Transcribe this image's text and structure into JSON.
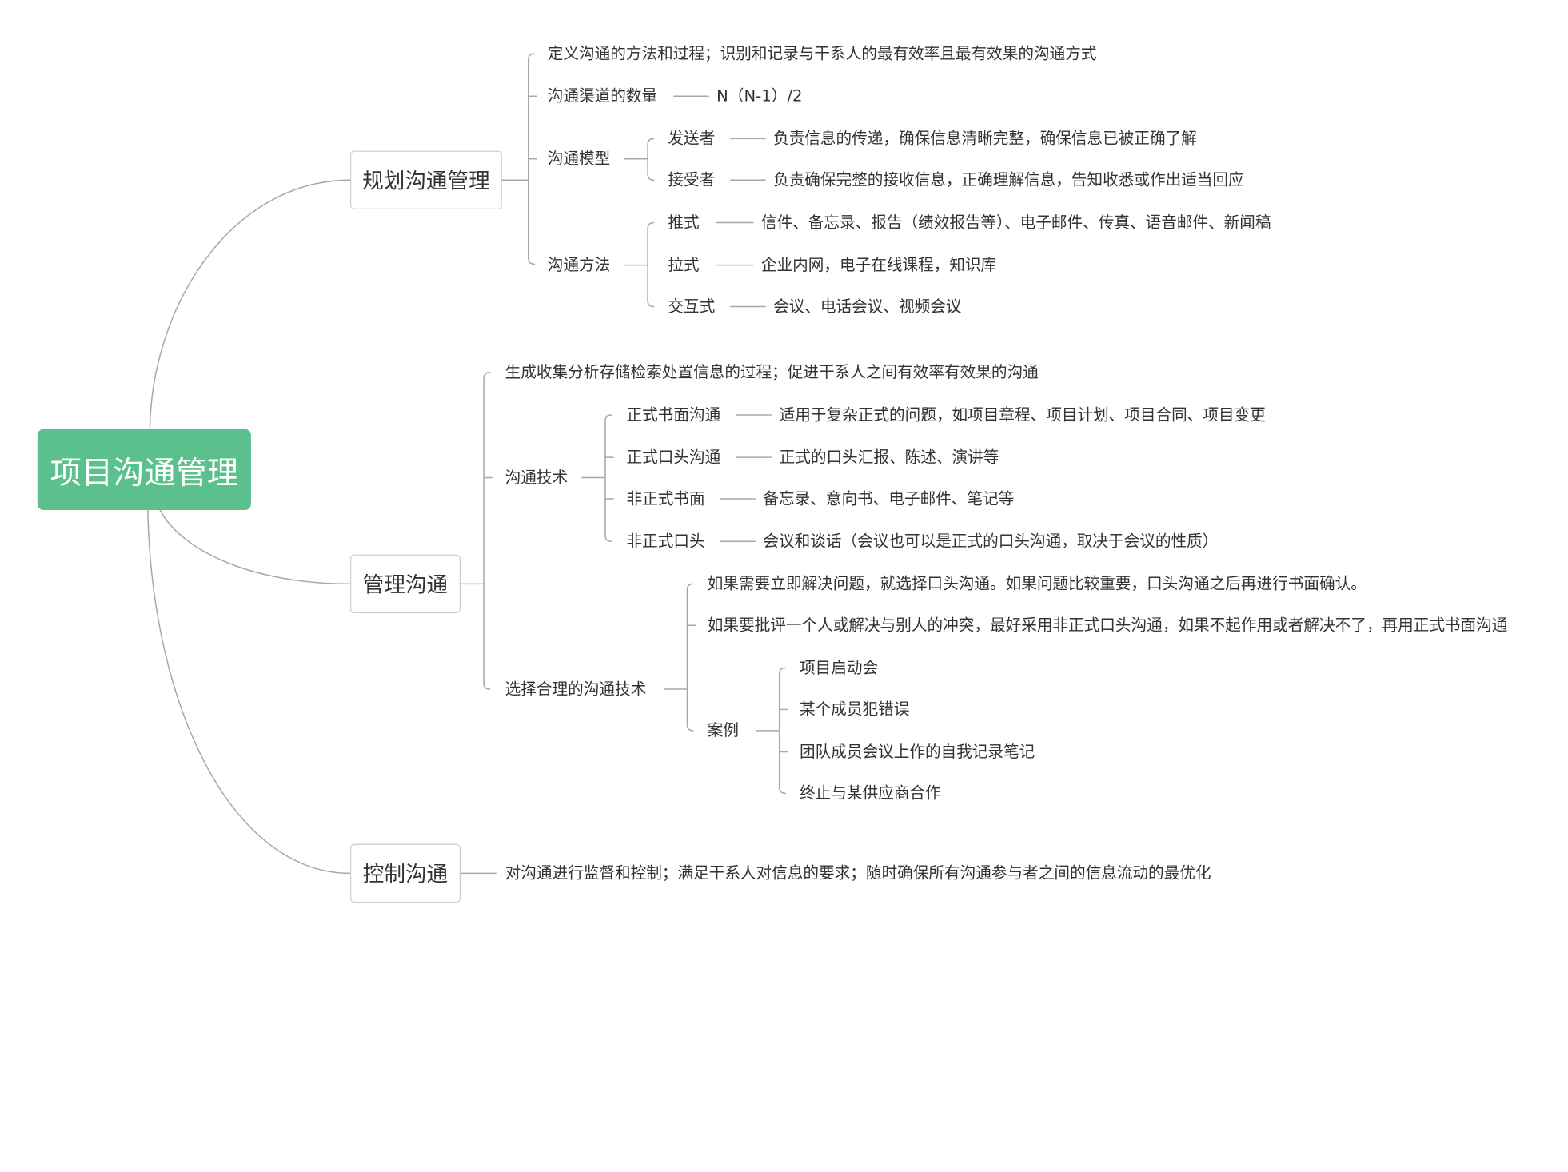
{
  "root": "项目沟通管理",
  "colors": {
    "root_fill": "#5cc08e",
    "root_text": "#ffffff",
    "line": "#a8a8a8",
    "text": "#333333",
    "box_border": "#cfcfcf"
  },
  "plan": {
    "title": "规划沟通管理",
    "definition": "定义沟通的方法和过程；识别和记录与干系人的最有效率且最有效果的沟通方式",
    "channels_label": "沟通渠道的数量",
    "channels_formula": "N（N-1）/2",
    "model_label": "沟通模型",
    "sender_label": "发送者",
    "sender_desc": "负责信息的传递，确保信息清晰完整，确保信息已被正确了解",
    "receiver_label": "接受者",
    "receiver_desc": "负责确保完整的接收信息，正确理解信息，告知收悉或作出适当回应",
    "method_label": "沟通方法",
    "push_label": "推式",
    "push_desc": "信件、备忘录、报告（绩效报告等）、电子邮件、传真、语音邮件、新闻稿",
    "pull_label": "拉式",
    "pull_desc": "企业内网，电子在线课程，知识库",
    "interactive_label": "交互式",
    "interactive_desc": "会议、电话会议、视频会议"
  },
  "manage": {
    "title": "管理沟通",
    "definition": "生成收集分析存储检索处置信息的过程；促进干系人之间有效率有效果的沟通",
    "tech_label": "沟通技术",
    "fw_label": "正式书面沟通",
    "fw_desc": "适用于复杂正式的问题，如项目章程、项目计划、项目合同、项目变更",
    "fo_label": "正式口头沟通",
    "fo_desc": "正式的口头汇报、陈述、演讲等",
    "iw_label": "非正式书面",
    "iw_desc": "备忘录、意向书、电子邮件、笔记等",
    "io_label": "非正式口头",
    "io_desc": "会议和谈话（会议也可以是正式的口头沟通，取决于会议的性质）",
    "choose_label": "选择合理的沟通技术",
    "choose_1": "如果需要立即解决问题，就选择口头沟通。如果问题比较重要，口头沟通之后再进行书面确认。",
    "choose_2": "如果要批评一个人或解决与别人的冲突，最好采用非正式口头沟通，如果不起作用或者解决不了，再用正式书面沟通",
    "cases_label": "案例",
    "case_1": "项目启动会",
    "case_2": "某个成员犯错误",
    "case_3": "团队成员会议上作的自我记录笔记",
    "case_4": "终止与某供应商合作"
  },
  "control": {
    "title": "控制沟通",
    "definition": "对沟通进行监督和控制；满足干系人对信息的要求；随时确保所有沟通参与者之间的信息流动的最优化"
  }
}
